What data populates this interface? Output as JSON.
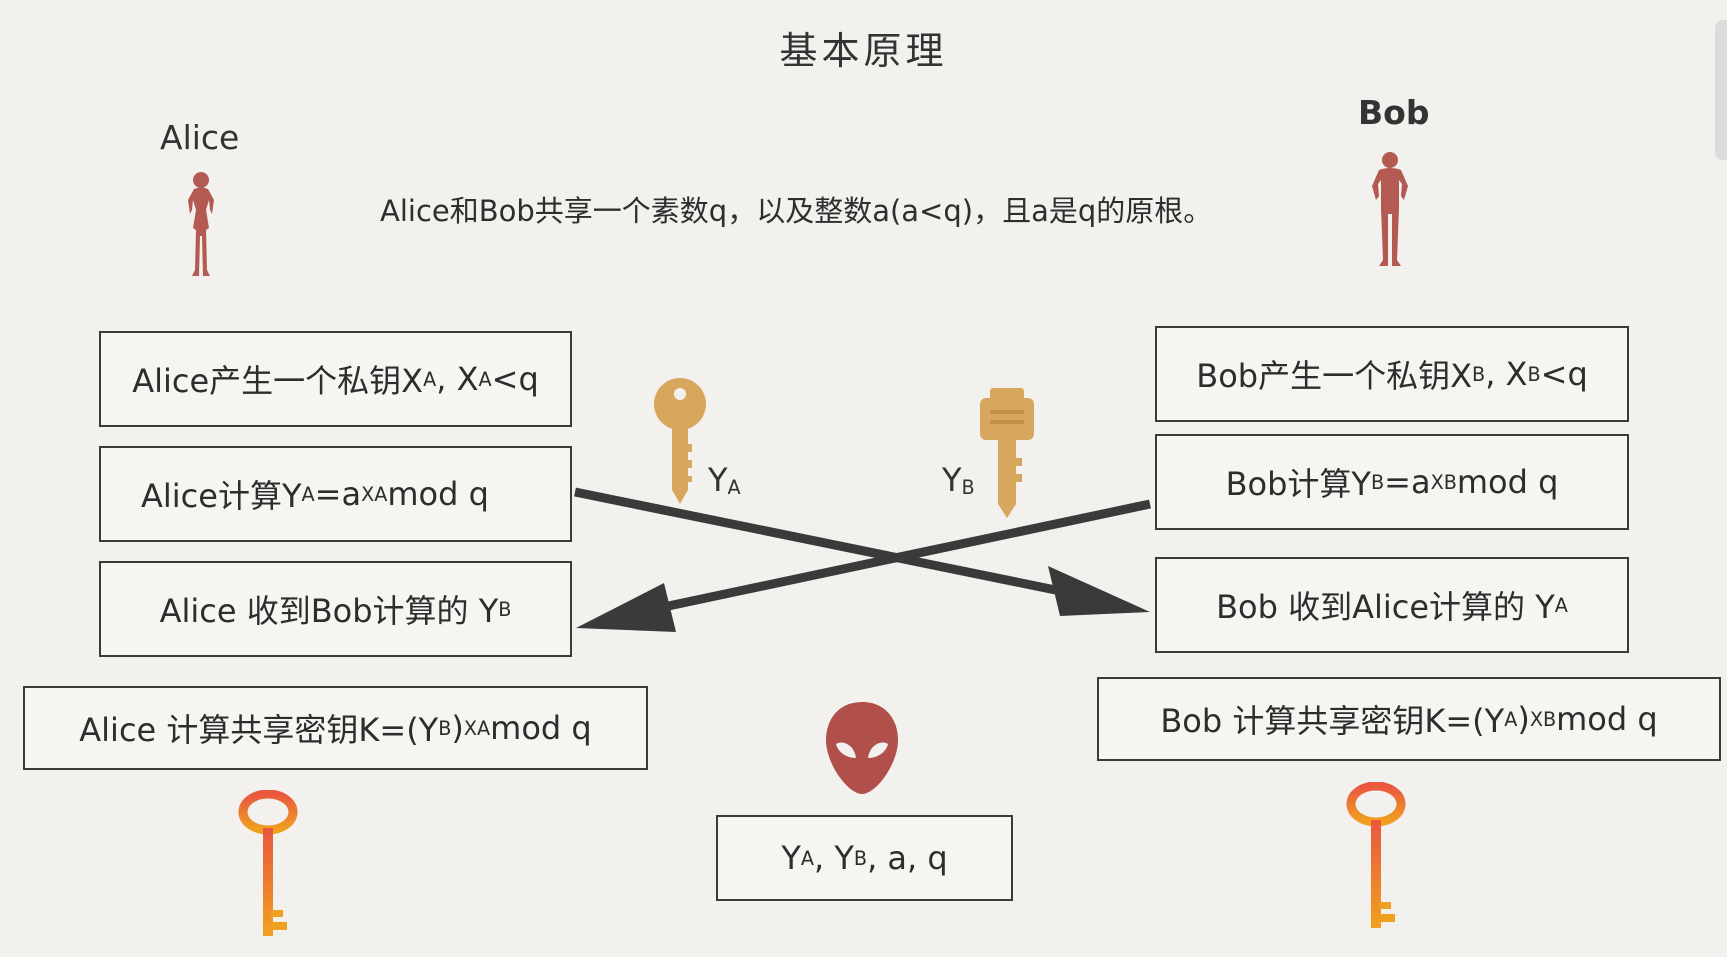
{
  "title": "基本原理",
  "alice_name": "Alice",
  "bob_name": "Bob",
  "shared_statement": "Alice和Bob共享一个素数q，以及整数a(a<q)，且a是q的原根。",
  "alice": {
    "step1": {
      "text": "Alice产生一个私钥X",
      "s1": "A",
      "mid": ", X",
      "s2": "A",
      "tail": "<q"
    },
    "step2": {
      "text": "Alice计算Y",
      "s1": "A",
      "eq": "=a",
      "sup": "XA",
      "tail": " mod q"
    },
    "step3": {
      "text": "Alice 收到Bob计算的 Y",
      "s1": "B"
    },
    "step4": {
      "text": "Alice 计算共享密钥K=(Y",
      "s1": "B",
      "close": ")",
      "sup": "XA",
      "tail": " mod q"
    }
  },
  "bob": {
    "step1": {
      "text": "Bob产生一个私钥X",
      "s1": "B",
      "mid": ", X",
      "s2": "B",
      "tail": "<q"
    },
    "step2": {
      "text": "Bob计算Y",
      "s1": "B",
      "eq": "=a",
      "sup": "XB",
      "tail": " mod q"
    },
    "step3": {
      "text": "Bob 收到Alice计算的 Y",
      "s1": "A"
    },
    "step4": {
      "text": "Bob 计算共享密钥K=(Y",
      "s1": "A",
      "close": ")",
      "sup": "XB",
      "tail": " mod q"
    }
  },
  "key_labels": {
    "ya": "Y",
    "ya_sub": "A",
    "yb": "Y",
    "yb_sub": "B"
  },
  "eavesdropper": {
    "y": "Y",
    "s1": "A",
    "sep1": ", Y",
    "s2": "B",
    "rest": ", a, q"
  },
  "colors": {
    "person": "#b35a52",
    "key_public": "#d8a75e",
    "key_shared_top": "#e9573f",
    "key_shared_bottom": "#f0a020",
    "alien": "#b14f4b",
    "arrow": "#3a3a3a"
  }
}
